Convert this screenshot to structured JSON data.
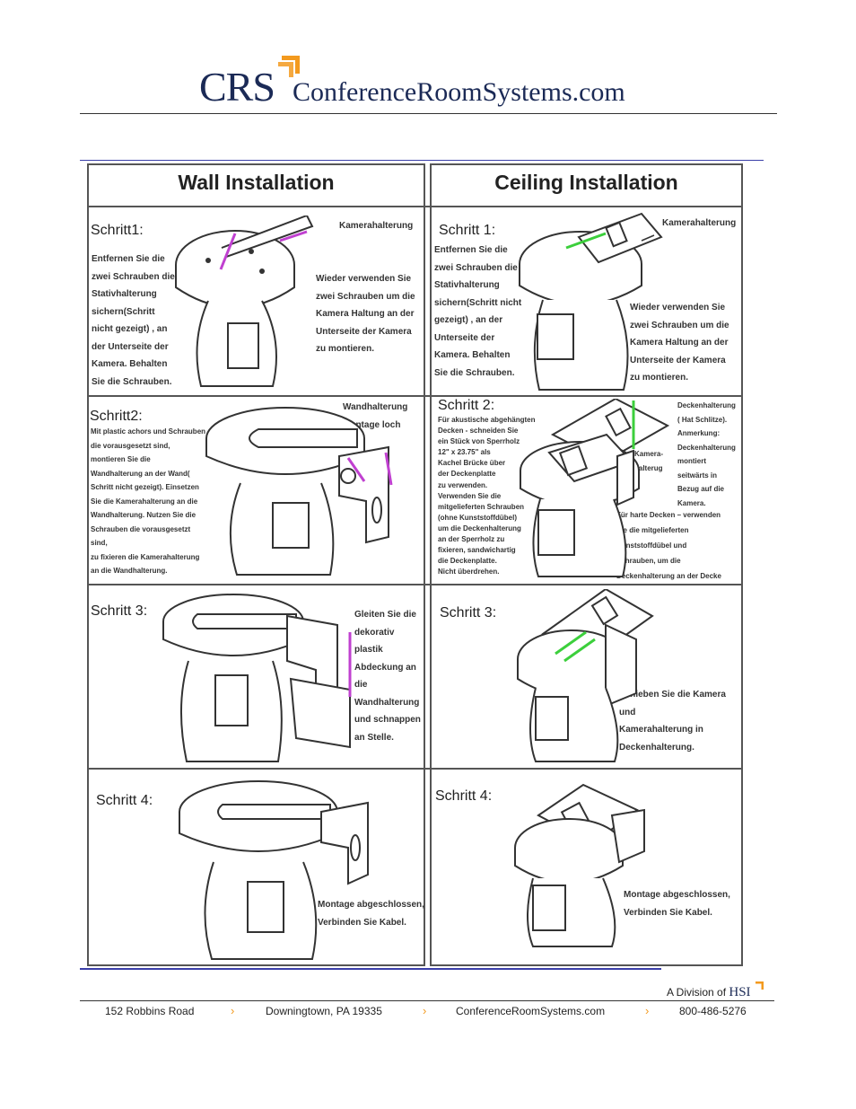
{
  "header": {
    "logo_text": "CRS",
    "site_name": "ConferenceRoomSystems.com",
    "brand_color": "#1b2a56",
    "accent_color": "#f39a1e"
  },
  "diagram": {
    "wall_title": "Wall Installation",
    "ceiling_title": "Ceiling Installation",
    "wall": {
      "step1": {
        "label": "Schritt1:",
        "text": [
          "Entfernen  Sie die",
          "zwei Schrauben die",
          "Stativhalterung",
          "sichern(Schritt",
          "nicht gezeigt) , an",
          "der Unterseite der",
          "Kamera. Behalten",
          "Sie die Schrauben."
        ],
        "bracket_label": "Kamerahalterung",
        "reuse": [
          "Wieder verwenden Sie",
          "zwei Schrauben um die",
          "Kamera Haltung an der",
          "Unterseite der Kamera",
          "zu montieren."
        ]
      },
      "step2": {
        "label": "Schritt2:",
        "text": [
          "Mit plastic achors und Schrauben",
          "die vorausgesetzt sind,",
          "montieren Sie die",
          "Wandhalterung an der Wand(",
          "Schritt nicht gezeigt). Einsetzen",
          "Sie die Kamerahalterung an die",
          "Wandhalterung. Nutzen Sie die",
          "Schrauben die vorausgesetzt sind,",
          "zu fixieren die Kamerahalterung",
          "an die Wandhalterung."
        ],
        "mount_labels": [
          "Wandhalterung",
          "Montage loch"
        ]
      },
      "step3": {
        "label": "Schritt 3:",
        "text": [
          "Gleiten Sie die",
          "dekorativ",
          "plastik",
          "Abdeckung an",
          "die",
          "Wandhalterung",
          "und schnappen",
          "an Stelle."
        ]
      },
      "step4": {
        "label": "Schritt 4:",
        "text": [
          "Montage abgeschlossen,",
          "Verbinden Sie Kabel."
        ]
      }
    },
    "ceiling": {
      "step1": {
        "label": "Schritt  1:",
        "text": [
          "Entfernen  Sie die",
          "zwei Schrauben die",
          "Stativhalterung",
          "sichern(Schritt nicht",
          "gezeigt) , an der",
          "Unterseite der",
          "Kamera. Behalten",
          "Sie die Schrauben."
        ],
        "bracket_label": "Kamerahalterung",
        "reuse": [
          "Wieder verwenden Sie",
          "zwei Schrauben um die",
          "Kamera Haltung an der",
          "Unterseite der Kamera",
          "zu montieren."
        ]
      },
      "step2": {
        "label": "Schritt 2:",
        "text": [
          "Für akustische abgehängten",
          "Decken - schneiden Sie",
          "ein Stück von Sperrholz",
          "12\" x 23.75\" als",
          "Kachel Brücke über",
          "der Deckenplatte",
          "zu verwenden.",
          "Verwenden Sie die",
          "mitgelieferten Schrauben",
          "(ohne Kunststoffdübel)",
          "um die Deckenhalterung",
          "an der Sperrholz zu",
          "fixieren,  sandwichartig",
          "die Deckenplatte.",
          "Nicht überdrehen."
        ],
        "note": [
          "Deckenhalterung",
          "( Hat Schlitze).",
          "Anmerkung:",
          "Deckenhalterung",
          "montiert",
          "seitwärts in",
          "Bezug auf die",
          "Kamera."
        ],
        "camera_bracket": [
          "Kamera-",
          "halterug"
        ],
        "hard_ceiling": [
          "Für harte Decken – verwenden",
          "Sie die mitgelieferten",
          "Kunststoffdübel und",
          "Schrauben, um die",
          "Deckenhalterung an der Decke"
        ]
      },
      "step3": {
        "label": "Schritt  3:",
        "text": [
          "Schieben Sie die Kamera und",
          "Kamerahalterung in",
          "Deckenhalterung."
        ]
      },
      "step4": {
        "label": "Schritt  4:",
        "text": [
          "Montage abgeschlossen,",
          "Verbinden Sie Kabel."
        ]
      }
    }
  },
  "footer": {
    "division_prefix": "A Division of",
    "division_brand": "HSI",
    "address": "152 Robbins Road",
    "city": "Downingtown, PA 19335",
    "website": "ConferenceRoomSystems.com",
    "phone": "800-486-5276",
    "separator": "›"
  }
}
